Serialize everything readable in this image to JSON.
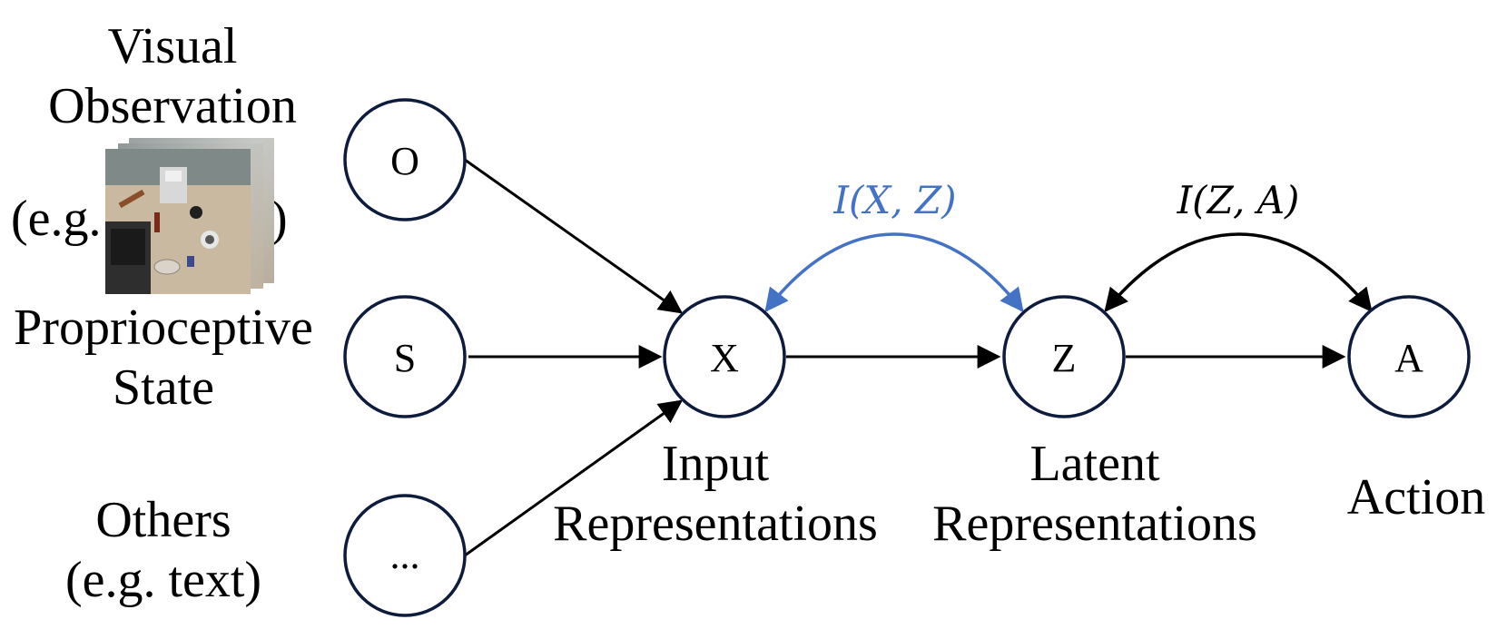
{
  "labels": {
    "visual": [
      "Visual",
      "Observation"
    ],
    "eg_open": "(e.g.",
    "eg_close": ")",
    "proprio": [
      "Proprioceptive",
      "State"
    ],
    "others": [
      "Others",
      "(e.g. text)"
    ],
    "input": [
      "Input",
      "Representations"
    ],
    "latent": [
      "Latent",
      "Representations"
    ],
    "action": "Action"
  },
  "nodes": {
    "o": "O",
    "s": "S",
    "others": "...",
    "x": "X",
    "z": "Z",
    "a": "A"
  },
  "mi": {
    "xz": "I(X, Z)",
    "za": "I(Z, A)"
  },
  "colors": {
    "stroke": "#0d1b3c",
    "blue": "#4472c4",
    "black": "#000000"
  },
  "icons": {
    "observation": "robot-kitchen-scene-thumbnail-stack"
  }
}
